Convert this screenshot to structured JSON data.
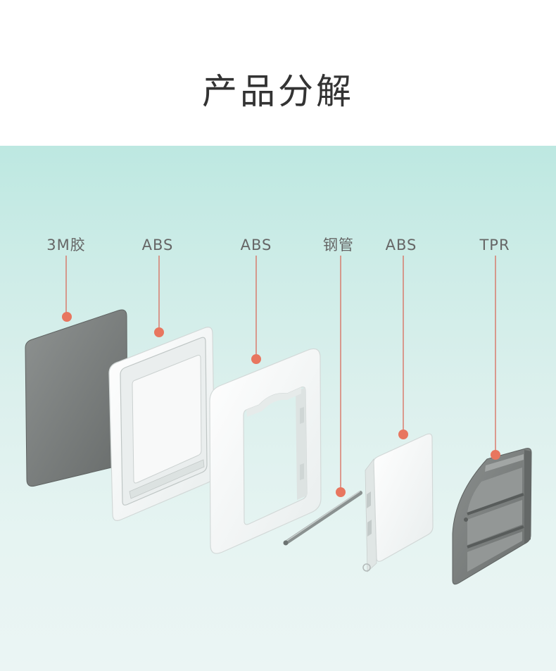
{
  "header": {
    "title": "产品分解"
  },
  "callouts": [
    {
      "label": "3M胶"
    },
    {
      "label": "ABS"
    },
    {
      "label": "ABS"
    },
    {
      "label": "钢管"
    },
    {
      "label": "ABS"
    },
    {
      "label": "TPR"
    }
  ],
  "colors": {
    "accent": "#e8765f",
    "background_top": "#bde8e1",
    "background_bottom": "#ebf5f4",
    "label_text": "#666666",
    "title_text": "#333333"
  }
}
